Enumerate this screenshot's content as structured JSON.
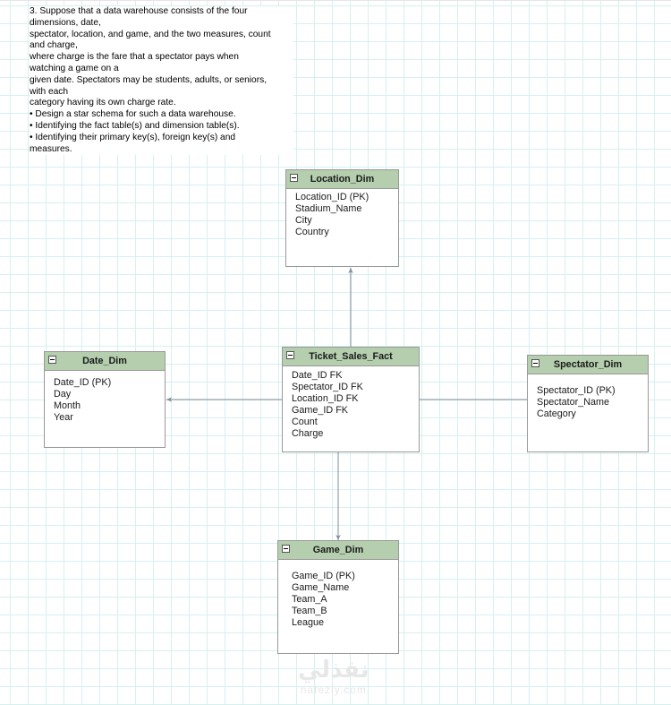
{
  "question_lines": [
    "3. Suppose that a data warehouse consists of the four",
    "dimensions, date,",
    "spectator, location, and game, and the two measures, count",
    "and charge,",
    "where charge is the fare that a spectator pays when",
    "watching a game on a",
    "given date. Spectators may be students, adults, or seniors,",
    "with each",
    "category having its own charge rate.",
    "• Design a star schema for such a data warehouse.",
    "• Identifying the fact table(s) and dimension table(s).",
    "• Identifying their primary key(s), foreign key(s) and",
    "measures."
  ],
  "tables": {
    "location": {
      "title": "Location_Dim",
      "fields": [
        "Location_ID (PK)",
        "Stadium_Name",
        "City",
        "Country"
      ]
    },
    "fact": {
      "title": "Ticket_Sales_Fact",
      "fields": [
        "Date_ID FK",
        "Spectator_ID FK",
        "Location_ID FK",
        "Game_ID FK",
        "Count",
        "Charge"
      ]
    },
    "date": {
      "title": "Date_Dim",
      "fields": [
        "Date_ID (PK)",
        "Day",
        "Month",
        "Year"
      ]
    },
    "spectator": {
      "title": "Spectator_Dim",
      "fields": [
        "Spectator_ID (PK)",
        "Spectator_Name",
        "Category"
      ]
    },
    "game": {
      "title": "Game_Dim",
      "fields": [
        "Game_ID (PK)",
        "Game_Name",
        "Team_A",
        "Team_B",
        "League"
      ]
    }
  },
  "watermark": {
    "arabic": "نفذلي",
    "latin": "nafezly.com"
  },
  "colors": {
    "header": "#b4ceae",
    "grid": "#d6f0f0",
    "connector": "#7f8c99"
  }
}
